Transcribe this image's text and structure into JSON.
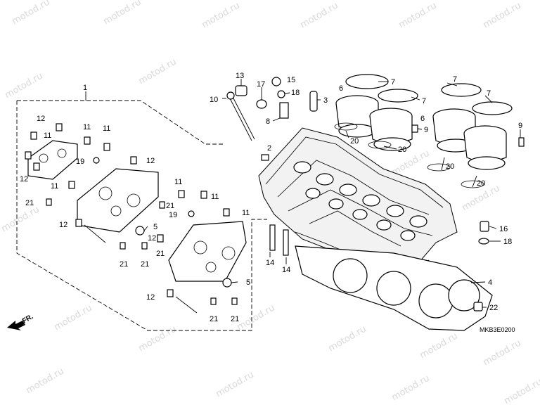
{
  "watermark": {
    "text": "motod.ru"
  },
  "diagram_code": "MKB3E0200",
  "front_indicator": "FR.",
  "callouts": [
    {
      "id": "c1",
      "text": "1"
    },
    {
      "id": "c13",
      "text": "13"
    },
    {
      "id": "c17",
      "text": "17"
    },
    {
      "id": "c15",
      "text": "15"
    },
    {
      "id": "c18a",
      "text": "18"
    },
    {
      "id": "c10",
      "text": "10"
    },
    {
      "id": "c8",
      "text": "8"
    },
    {
      "id": "c3",
      "text": "3"
    },
    {
      "id": "c2",
      "text": "2"
    },
    {
      "id": "c7a",
      "text": "7"
    },
    {
      "id": "c6a",
      "text": "6"
    },
    {
      "id": "c7b",
      "text": "7"
    },
    {
      "id": "c9a",
      "text": "9"
    },
    {
      "id": "c20a",
      "text": "20"
    },
    {
      "id": "c20b",
      "text": "20"
    },
    {
      "id": "c7c",
      "text": "7"
    },
    {
      "id": "c7d",
      "text": "7"
    },
    {
      "id": "c6b",
      "text": "6"
    },
    {
      "id": "c9b",
      "text": "9"
    },
    {
      "id": "c20c",
      "text": "20"
    },
    {
      "id": "c20d",
      "text": "20"
    },
    {
      "id": "c16",
      "text": "16"
    },
    {
      "id": "c18b",
      "text": "18"
    },
    {
      "id": "c4",
      "text": "4"
    },
    {
      "id": "c22",
      "text": "22"
    },
    {
      "id": "c14a",
      "text": "14"
    },
    {
      "id": "c14b",
      "text": "14"
    },
    {
      "id": "c12a",
      "text": "12"
    },
    {
      "id": "c11a",
      "text": "11"
    },
    {
      "id": "c11b",
      "text": "11"
    },
    {
      "id": "c11c",
      "text": "11"
    },
    {
      "id": "c12b",
      "text": "12"
    },
    {
      "id": "c19a",
      "text": "19"
    },
    {
      "id": "c12c",
      "text": "12"
    },
    {
      "id": "c11d",
      "text": "11"
    },
    {
      "id": "c21a",
      "text": "21"
    },
    {
      "id": "c12d",
      "text": "12"
    },
    {
      "id": "c21b",
      "text": "21"
    },
    {
      "id": "c5a",
      "text": "5"
    },
    {
      "id": "c21c",
      "text": "21"
    },
    {
      "id": "c21d",
      "text": "21"
    },
    {
      "id": "c11e",
      "text": "11"
    },
    {
      "id": "c11f",
      "text": "11"
    },
    {
      "id": "c21e",
      "text": "21"
    },
    {
      "id": "c19b",
      "text": "19"
    },
    {
      "id": "c11g",
      "text": "11"
    },
    {
      "id": "c12e",
      "text": "12"
    },
    {
      "id": "c5b",
      "text": "5"
    },
    {
      "id": "c12f",
      "text": "12"
    },
    {
      "id": "c21f",
      "text": "21"
    },
    {
      "id": "c21g",
      "text": "21"
    }
  ]
}
